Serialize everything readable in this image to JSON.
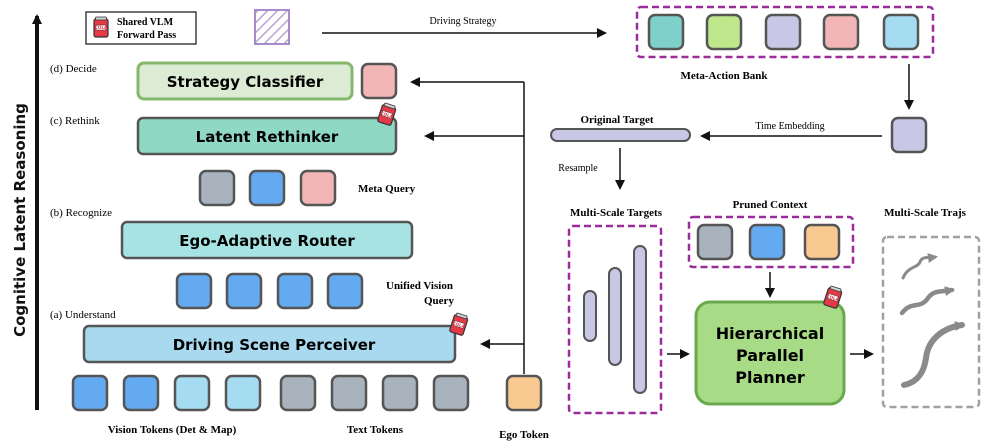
{
  "axis": {
    "label": "Cognitive Latent Reasoning"
  },
  "legend": {
    "label_line1": "Shared VLM",
    "label_line2": "Forward Pass",
    "icon": "soda-can-icon"
  },
  "stages": {
    "decide": "(d) Decide",
    "rethink": "(c) Rethink",
    "recognize": "(b) Recognize",
    "understand": "(a) Understand"
  },
  "modules": {
    "strategy_classifier": "Strategy Classifier",
    "latent_rethinker": "Latent Rethinker",
    "ego_adaptive_router": "Ego-Adaptive Router",
    "driving_scene_perceiver": "Driving Scene Perceiver",
    "planner_line1": "Hierarchical",
    "planner_line2": "Parallel",
    "planner_line3": "Planner"
  },
  "labels": {
    "meta_query": "Meta Query",
    "unified_vision_query_line1": "Unified Vision",
    "unified_vision_query_line2": "Query",
    "vision_tokens": "Vision Tokens (Det & Map)",
    "text_tokens": "Text Tokens",
    "ego_token": "Ego Token",
    "driving_strategy": "Driving Strategy",
    "meta_action_bank": "Meta-Action Bank",
    "time_embedding": "Time Embedding",
    "original_target": "Original Target",
    "resample": "Resample",
    "multi_scale_targets": "Multi-Scale Targets",
    "pruned_context": "Pruned Context",
    "multi_scale_trajs": "Multi-Scale Trajs"
  },
  "colors": {
    "classifier_fill": "#dcebd4",
    "classifier_stroke": "#86b86b",
    "rethinker_fill": "#8fd9c4",
    "router_fill": "#a8e3e3",
    "perceiver_fill": "#a9d9ee",
    "planner_fill": "#a8db86",
    "planner_stroke": "#6aa84f",
    "token_blue": "#64aaf0",
    "token_lightblue": "#a6dcf2",
    "token_gray": "#a9b3bd",
    "token_red": "#f2b6b6",
    "token_lavender": "#c9c7e6",
    "token_teal": "#7fcfca",
    "token_green": "#bfe88c",
    "token_orange": "#f8c990",
    "dashed_magenta": "#9b2c9b",
    "dashed_gray": "#a0a0a0",
    "stroke_dark": "#555555",
    "can_red": "#e63946"
  }
}
